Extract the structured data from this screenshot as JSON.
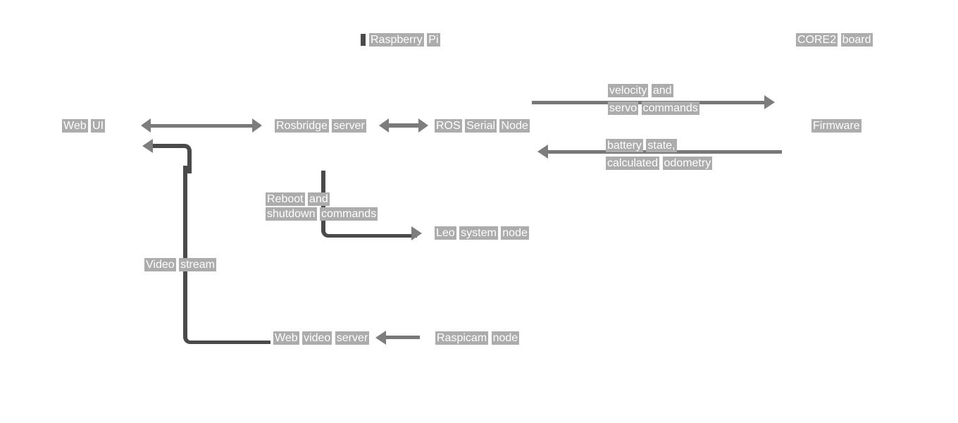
{
  "headers": {
    "raspberry_pi": "Raspberry Pi",
    "core2_board": "CORE2 board"
  },
  "nodes": {
    "web_ui": {
      "label": "Web UI"
    },
    "rosbridge": {
      "label": "Rosbridge server"
    },
    "ros_serial": {
      "label": "ROS Serial Node"
    },
    "firmware": {
      "label": "Firmware"
    },
    "leo_system": {
      "label": "Leo system node"
    },
    "web_video": {
      "label": "Web video server"
    },
    "raspicam": {
      "label": "Raspicam node"
    }
  },
  "edge_labels": {
    "velocity": {
      "line1": "velocity and",
      "line2": "servo commands"
    },
    "battery": {
      "line1": "battery state,",
      "line2": "calculated odometry"
    },
    "reboot": {
      "line1": "Reboot and",
      "line2": "shutdown commands"
    },
    "video": {
      "label": "Video stream"
    }
  },
  "edges": [
    {
      "from": "web_ui",
      "to": "rosbridge",
      "direction": "both",
      "label": ""
    },
    {
      "from": "rosbridge",
      "to": "ros_serial",
      "direction": "both",
      "label": ""
    },
    {
      "from": "ros_serial",
      "to": "firmware",
      "direction": "right",
      "label": "velocity and servo commands"
    },
    {
      "from": "firmware",
      "to": "ros_serial",
      "direction": "left",
      "label": "battery state, calculated odometry"
    },
    {
      "from": "rosbridge",
      "to": "leo_system",
      "direction": "right",
      "label": "Reboot and shutdown commands"
    },
    {
      "from": "web_video",
      "to": "web_ui",
      "direction": "left",
      "label": "Video stream"
    },
    {
      "from": "raspicam",
      "to": "web_video",
      "direction": "left",
      "label": ""
    }
  ],
  "colors": {
    "text_bg": "#acacac",
    "text_fg": "#ffffff",
    "line_dark": "#4a4a4a",
    "line_mid": "#787878",
    "arrow": "#7d7d7d",
    "canvas_bg": "#ffffff"
  }
}
